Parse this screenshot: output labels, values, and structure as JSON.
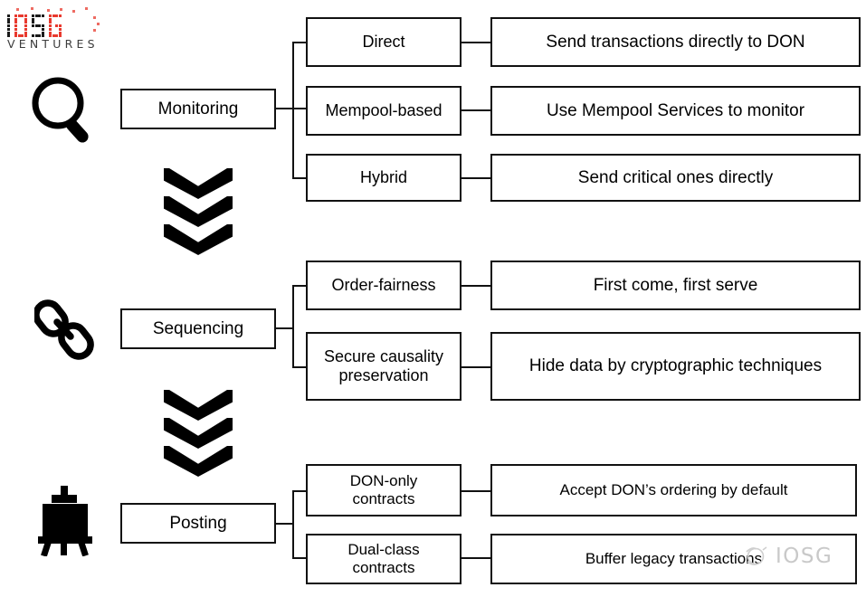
{
  "brand": {
    "logo_text": "IOSG",
    "logo_subtitle": "VENTURES",
    "logo_red": "#e8392e",
    "logo_dark": "#1a1a1a",
    "watermark_text": "IOSG",
    "watermark_color": "#c9c9c9"
  },
  "diagram": {
    "type": "flow-tree",
    "stage_separator_icon": "triple-chevron-down-icon",
    "stages": [
      {
        "id": "monitoring",
        "icon": "magnifier-icon",
        "label": "Monitoring",
        "branches": [
          {
            "label": "Direct",
            "detail": "Send transactions directly to DON"
          },
          {
            "label": "Mempool-based",
            "detail": "Use Mempool Services to monitor"
          },
          {
            "label": "Hybrid",
            "detail": "Send critical ones directly"
          }
        ]
      },
      {
        "id": "sequencing",
        "icon": "chain-link-icon",
        "label": "Sequencing",
        "branches": [
          {
            "label": "Order-fairness",
            "detail": "First come, first serve"
          },
          {
            "label": "Secure causality\npreservation",
            "detail": "Hide data by cryptographic techniques"
          }
        ]
      },
      {
        "id": "posting",
        "icon": "easel-icon",
        "label": "Posting",
        "branches": [
          {
            "label": "DON-only\ncontracts",
            "detail": "Accept DON’s ordering by default"
          },
          {
            "label": "Dual-class\ncontracts",
            "detail": "Buffer legacy transactions"
          }
        ]
      }
    ]
  }
}
